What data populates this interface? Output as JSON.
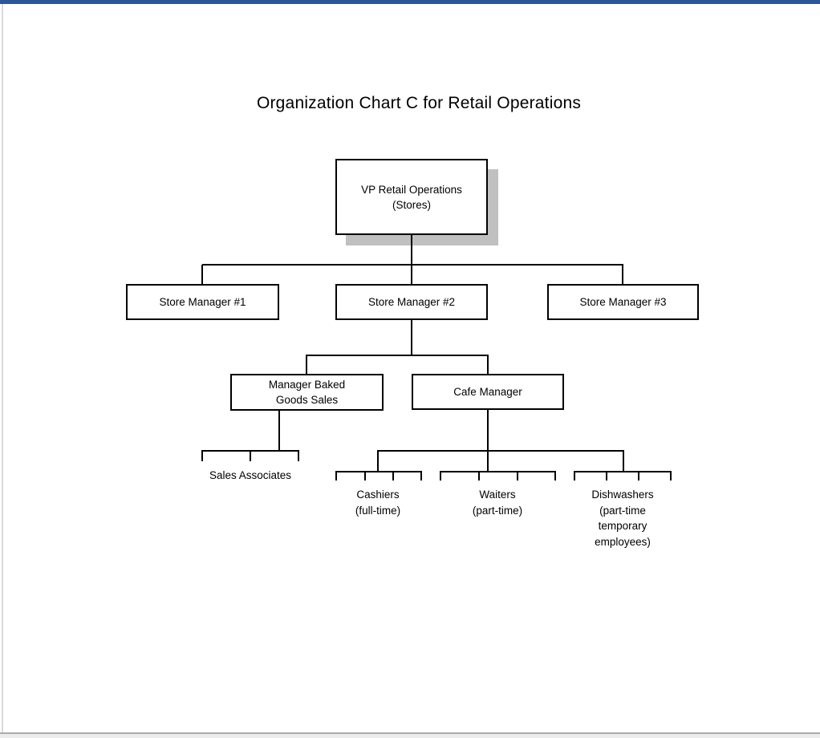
{
  "page": {
    "title": "Organization Chart C for Retail Operations"
  },
  "colors": {
    "top_accent_bar": "#2B579A",
    "box_border": "#000000",
    "box_fill": "#FFFFFF",
    "vp_box_shadow": "#C0C0C0",
    "page_edge_light": "#D9D9D9",
    "page_edge_dark": "#ABABAB",
    "bottom_strip": "#ECECEC"
  },
  "org": {
    "nodes": {
      "vp": {
        "lines": [
          "VP Retail Operations",
          "(Stores)"
        ]
      },
      "store1": {
        "lines": [
          "Store Manager #1"
        ]
      },
      "store2": {
        "lines": [
          "Store Manager #2"
        ]
      },
      "store3": {
        "lines": [
          "Store Manager #3"
        ]
      },
      "baked": {
        "lines": [
          "Manager Baked",
          "Goods Sales"
        ]
      },
      "cafe": {
        "lines": [
          "Cafe Manager"
        ]
      }
    },
    "groups": {
      "sales": {
        "lines": [
          "Sales Associates"
        ],
        "positions": 3
      },
      "cashiers": {
        "lines": [
          "Cashiers",
          "(full-time)"
        ],
        "positions": 4
      },
      "waiters": {
        "lines": [
          "Waiters",
          "(part-time)"
        ],
        "positions": 4
      },
      "dishwashers": {
        "lines": [
          "Dishwashers",
          "(part-time",
          "temporary",
          "employees)"
        ],
        "positions": 4
      }
    }
  }
}
